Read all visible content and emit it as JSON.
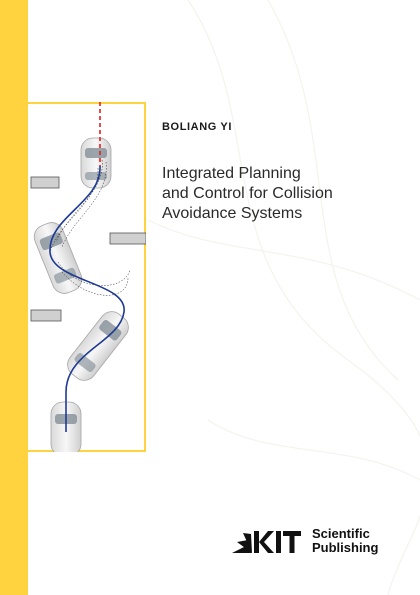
{
  "colors": {
    "yellow": "#FFD23F",
    "path_blue": "#1f3a93",
    "path_red": "#e02020"
  },
  "book": {
    "author": "BOLIANG YI",
    "title_lines": [
      "Integrated Planning",
      "and Control for Collision",
      "Avoidance Systems"
    ]
  },
  "publisher": {
    "logo_letters": "KIT",
    "name_lines": [
      "Scientific",
      "Publishing"
    ]
  },
  "icons": [
    "kit-logo-icon",
    "car-icon",
    "obstacle-icon",
    "trajectory-icon"
  ]
}
